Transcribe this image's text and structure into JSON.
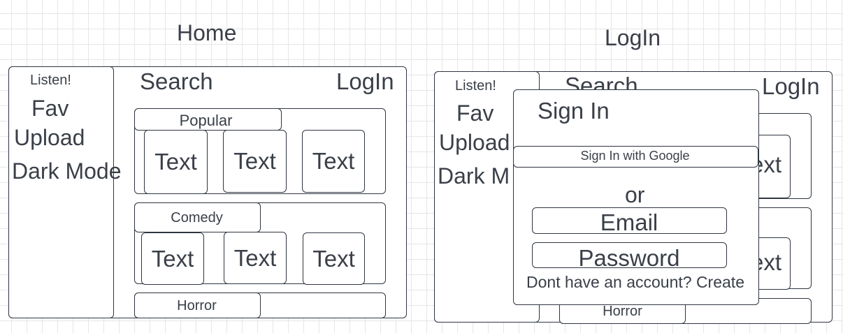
{
  "home": {
    "title": "Home",
    "sidebar": {
      "brand": "Listen!",
      "items": [
        {
          "label": "Fav"
        },
        {
          "label": "Upload"
        },
        {
          "label": "Dark Mode"
        }
      ]
    },
    "header": {
      "search": "Search",
      "login": "LogIn"
    },
    "sections": [
      {
        "title": "Popular",
        "cards": [
          "Text",
          "Text",
          "Text"
        ]
      },
      {
        "title": "Comedy",
        "cards": [
          "Text",
          "Text",
          "Text"
        ]
      },
      {
        "title": "Horror"
      }
    ]
  },
  "login": {
    "title": "LogIn",
    "background": {
      "brand": "Listen!",
      "items": [
        {
          "label": "Fav"
        },
        {
          "label": "Upload"
        },
        {
          "label": "Dark M"
        }
      ],
      "search": "Search",
      "login": "LogIn",
      "card_fragment_1": "ext",
      "card_fragment_2": "ext",
      "horror": "Horror"
    },
    "modal": {
      "title": "Sign In",
      "google_button": "Sign In with Google",
      "or": "or",
      "email_field": "Email",
      "password_field": "Password",
      "create_prompt": "Dont have an account? Create"
    }
  }
}
